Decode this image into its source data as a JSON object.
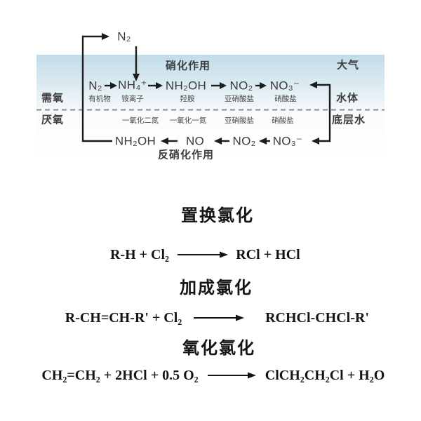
{
  "nitrogen_cycle": {
    "atmosphere_n2": "N₂",
    "nitrification_label": "硝化作用",
    "denitrification_label": "反硝化作用",
    "zones": {
      "atmosphere": "大气",
      "water_body": "水体",
      "bottom_water": "底层水",
      "aerobic": "需氧",
      "anaerobic": "厌氧"
    },
    "top_row": {
      "species": [
        "N₂",
        "NH₄⁺",
        "NH₂OH",
        "NO₂",
        "NO₃⁻"
      ],
      "names": [
        "有机物",
        "铵离子",
        "羟胺",
        "亚硝酸盐",
        "硝酸盐"
      ]
    },
    "bottom_row": {
      "species": [
        "NH₂OH",
        "NO",
        "NO₂",
        "NO₃⁻"
      ],
      "names": [
        "一氧化二氮",
        "一氧化一氮",
        "亚硝酸盐",
        "硝酸盐"
      ]
    },
    "colors": {
      "band_blue": "#c3dce9",
      "divider_dash": "#8b918b",
      "formula_text": "#3a3a3a",
      "label_text": "#474747",
      "arrow": "#1c1c1c"
    }
  },
  "reactions": [
    {
      "title": "置换氯化",
      "left": "R-H + Cl₂",
      "right": "RCl + HCl"
    },
    {
      "title": "加成氯化",
      "left": "R-CH=CH-R' + Cl₂",
      "right": "RCHCl-CHCl-R'"
    },
    {
      "title": "氧化氯化",
      "left": "CH₂=CH₂ + 2HCl + 0.5 O₂",
      "right": "ClCH₂CH₂Cl + H₂O"
    }
  ]
}
